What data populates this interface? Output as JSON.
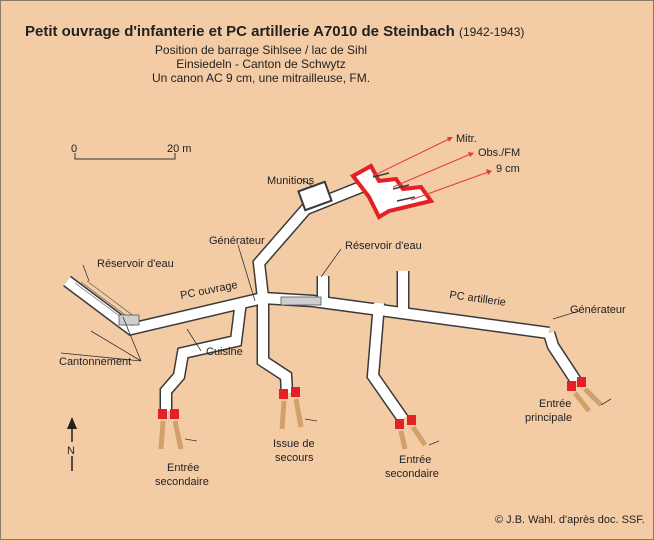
{
  "header": {
    "title": "Petit ouvrage d'infanterie et PC artillerie A7010 de Steinbach",
    "years": "(1942-1943)",
    "line1": "Position de barrage Sihlsee / lac de Sihl",
    "line2": "Einsiedeln - Canton de Schwytz",
    "line3": "Un canon AC 9 cm, une mitrailleuse, FM."
  },
  "scale": {
    "start": "0",
    "end": "20 m"
  },
  "north": "N",
  "labels": {
    "munitions": "Munitions",
    "mitr": "Mitr.",
    "obs_fm": "Obs./FM",
    "cm9": "9 cm",
    "generateur_left": "Générateur",
    "reservoir_left": "Réservoir d'eau",
    "reservoir_right": "Réservoir d'eau",
    "pc_ouvrage": "PC ouvrage",
    "pc_artillerie": "PC artillerie",
    "generateur_right": "Générateur",
    "cantonnement": "Cantonnement",
    "cuisine": "Cuisine",
    "entree_secondaire_1_l1": "Entrée",
    "entree_secondaire_1_l2": "secondaire",
    "issue_l1": "Issue de",
    "issue_l2": "secours",
    "entree_secondaire_2_l1": "Entrée",
    "entree_secondaire_2_l2": "secondaire",
    "entree_principale_l1": "Entrée",
    "entree_principale_l2": "principale"
  },
  "colors": {
    "background": "#f3cca6",
    "wall": "#3a3a3a",
    "embrasure": "#e41f26",
    "entrance": "#d2a06a"
  },
  "credit": "© J.B. Wahl. d'après doc. SSF."
}
